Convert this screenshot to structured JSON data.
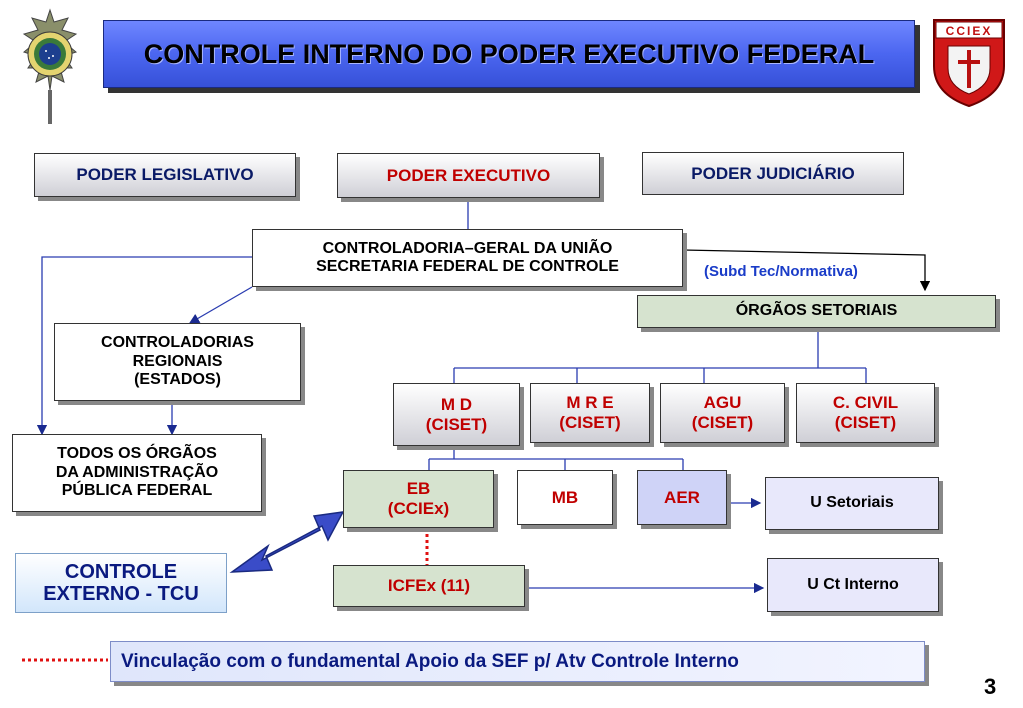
{
  "header": {
    "title": "CONTROLE INTERNO DO PODER EXECUTIVO FEDERAL",
    "left_emblem_icon": "army-emblem-icon",
    "right_emblem_icon": "cciex-shield-icon",
    "right_emblem_text": "CCIEX"
  },
  "powers": {
    "legislativo": "PODER LEGISLATIVO",
    "executivo": "PODER EXECUTIVO",
    "judiciario": "PODER JUDICIÁRIO"
  },
  "cgu": "CONTROLADORIA–GERAL DA UNIÃO\nSECRETARIA FEDERAL DE CONTROLE",
  "subd_label": "(Subd Tec/Normativa)",
  "orgaos_setoriais": "ÓRGÃOS SETORIAIS",
  "controladorias_regionais": "CONTROLADORIAS\nREGIONAIS\n(ESTADOS)",
  "todos_orgaos": "TODOS OS ÓRGÃOS\nDA ADMINISTRAÇÃO\nPÚBLICA FEDERAL",
  "cisets": {
    "md": "M D\n(CISET)",
    "mre": "M R E\n(CISET)",
    "agu": "AGU\n(CISET)",
    "civil": "C. CIVIL\n(CISET)"
  },
  "forces": {
    "eb": "EB\n(CCIEx)",
    "mb": "MB",
    "aer": "AER"
  },
  "u_setoriais": "U Setoriais",
  "icfex": "ICFEx (11)",
  "u_ct_interno": "U Ct Interno",
  "controle_externo": "CONTROLE\nEXTERNO - TCU",
  "footer_note": "Vinculação com o fundamental Apoio da SEF p/ Atv Controle Interno",
  "page_number": "3",
  "colors": {
    "title_blue": "#4b66f0",
    "red_text": "#c00000",
    "navy_text": "#0a1a66",
    "green_fill": "#d6e3cf",
    "lavender_fill": "#e8e8fb",
    "connector_blue": "#2a3cb0"
  }
}
